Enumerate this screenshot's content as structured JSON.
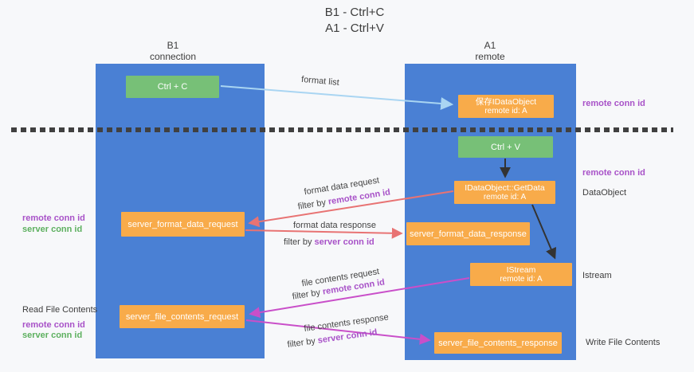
{
  "title": {
    "line1": "B1 - Ctrl+C",
    "line2": "A1 - Ctrl+V"
  },
  "lanes": {
    "left": {
      "name": "B1",
      "subtitle": "connection"
    },
    "right": {
      "name": "A1",
      "subtitle": "remote"
    }
  },
  "boxes": {
    "ctrl_c": {
      "label": "Ctrl + C"
    },
    "save_idataobject": {
      "line1": "保存IDataObject",
      "line2": "remote id: A"
    },
    "ctrl_v": {
      "label": "Ctrl + V"
    },
    "getdata": {
      "line1": "IDataObject::GetData",
      "line2": "remote id: A"
    },
    "format_request": {
      "label": "server_format_data_request"
    },
    "format_response": {
      "label": "server_format_data_response"
    },
    "istream": {
      "line1": "IStream",
      "line2": "remote id: A"
    },
    "file_request": {
      "label": "server_file_contents_request"
    },
    "file_response": {
      "label": "server_file_contents_response"
    }
  },
  "arrow_labels": {
    "format_list": "format list",
    "format_data_request": "format data request",
    "format_data_response": "format data response",
    "file_contents_request": "file contents request",
    "file_contents_response": "file contents response",
    "filters": {
      "f1": {
        "prefix": "filter by",
        "value": "remote conn id"
      },
      "f2": {
        "prefix": "filter by",
        "value": "server conn id"
      },
      "f3": {
        "prefix": "filter by",
        "value": "remote conn id"
      },
      "f4": {
        "prefix": "filter by",
        "value": "server conn id"
      }
    }
  },
  "side_labels": {
    "right_remote_conn_1": "remote conn id",
    "right_remote_conn_2": "remote conn id",
    "dataobject": "DataObject",
    "istream": "Istream",
    "write_file_contents": "Write File Contents",
    "left_remote_conn_1": "remote conn id",
    "left_server_conn_1": "server conn id",
    "read_file_contents": "Read File Contents",
    "left_remote_conn_2": "remote conn id",
    "left_server_conn_2": "server conn id"
  },
  "colors": {
    "lane_blue": "#4a80d4",
    "box_orange": "#f8ab4a",
    "box_green": "#77c077",
    "arrow_light_blue": "#a9d5f2",
    "arrow_red": "#e87373",
    "arrow_magenta": "#c94fc9",
    "arrow_black": "#333333",
    "text_purple": "#a852c8",
    "text_green": "#5db05f",
    "text_dark": "#3d3d3d",
    "dashed_separator": "#404040"
  }
}
